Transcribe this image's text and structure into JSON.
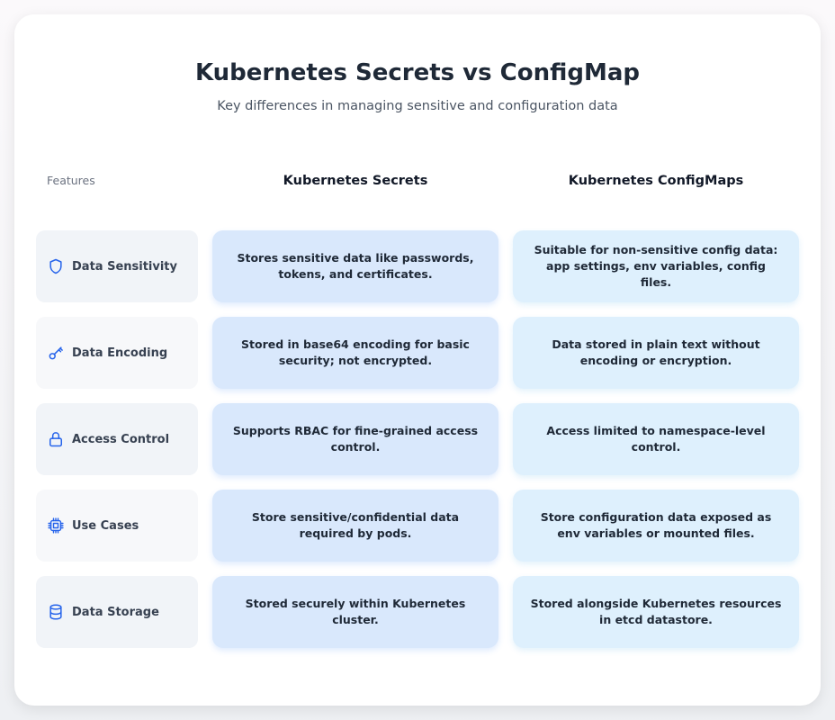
{
  "header": {
    "title": "Kubernetes Secrets vs ConfigMap",
    "subtitle": "Key differences in managing sensitive and configuration data"
  },
  "columns": {
    "features": "Features",
    "secrets": "Kubernetes Secrets",
    "configmaps": "Kubernetes ConfigMaps"
  },
  "rows": [
    {
      "feature": "Data Sensitivity",
      "icon": "shield-icon",
      "secrets": "Stores sensitive data like passwords, tokens, and certificates.",
      "configmaps": "Suitable for non-sensitive config data: app settings, env variables, config files."
    },
    {
      "feature": "Data Encoding",
      "icon": "key-icon",
      "secrets": "Stored in base64 encoding for basic security; not encrypted.",
      "configmaps": "Data stored in plain text without encoding or encryption."
    },
    {
      "feature": "Access Control",
      "icon": "lock-icon",
      "secrets": "Supports RBAC for fine-grained access control.",
      "configmaps": "Access limited to namespace-level control."
    },
    {
      "feature": "Use Cases",
      "icon": "cpu-chip-icon",
      "secrets": "Store sensitive/confidential data required by pods.",
      "configmaps": "Store configuration data exposed as env variables or mounted files."
    },
    {
      "feature": "Data Storage",
      "icon": "database-icon",
      "secrets": "Stored securely within Kubernetes cluster.",
      "configmaps": "Stored alongside Kubernetes resources in etcd datastore."
    }
  ],
  "colors": {
    "icon_accent": "#2563eb",
    "secrets_bg": "#d9e8fc",
    "configmaps_bg": "#def0fd"
  }
}
